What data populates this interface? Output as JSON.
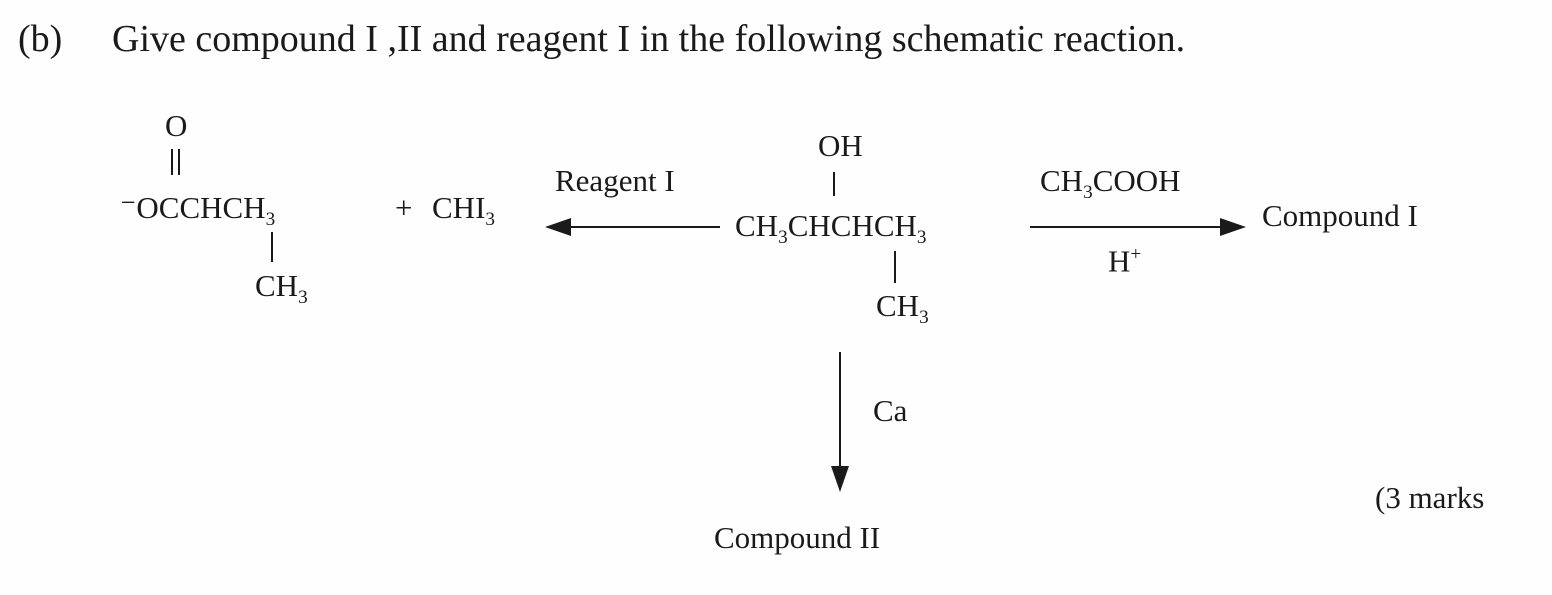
{
  "question": {
    "label": "(b)",
    "text": "Give compound I ,II and reagent I  in the following schematic reaction."
  },
  "product_left": {
    "carbonyl_o": "O",
    "anion": "⁻",
    "chain": "OCCHCH",
    "chain_sub": "3",
    "branch": "CH",
    "branch_sub": "3"
  },
  "plus": "+",
  "byproduct": {
    "text": "CHI",
    "sub": "3"
  },
  "arrow_left": {
    "label": "Reagent I"
  },
  "starting_material": {
    "oh": "OH",
    "chain_a": "CH",
    "chain_a_sub": "3",
    "chain_b": "CHCHCH",
    "chain_b_sub": "3",
    "branch": "CH",
    "branch_sub": "3"
  },
  "arrow_right": {
    "above_a": "CH",
    "above_sub": "3",
    "above_b": "COOH",
    "below": "H",
    "below_sup": "+"
  },
  "compound_1": "Compound I",
  "arrow_down": {
    "label": "Ca"
  },
  "compound_2": "Compound II",
  "marks": "(3 marks"
}
